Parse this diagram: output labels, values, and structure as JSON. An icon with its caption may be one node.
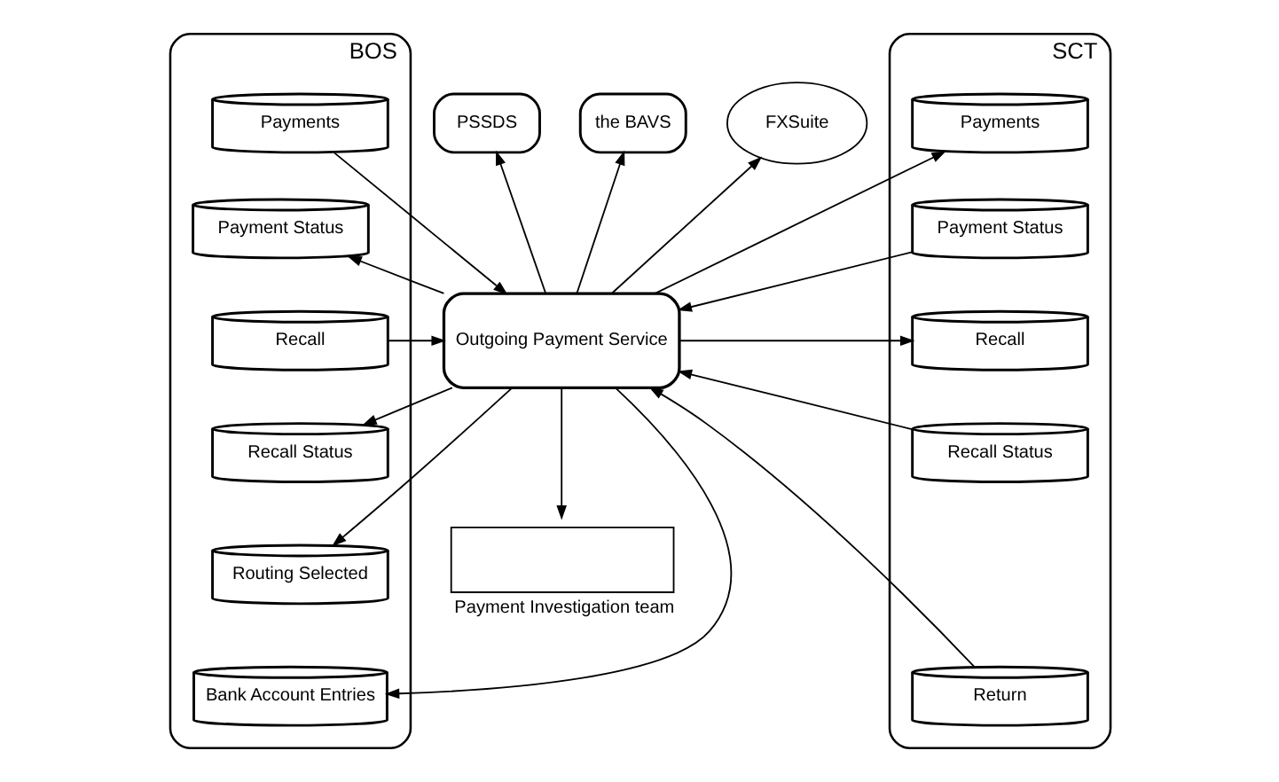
{
  "diagram": {
    "nodes": [
      {
        "text": [
          "BOS"
        ]
      },
      {
        "text": [
          "Payments"
        ],
        "in": 0
      },
      {
        "text": [
          "Payment Status"
        ],
        "in": 0
      },
      {
        "text": [
          "Recall"
        ],
        "in": 0
      },
      {
        "text": [
          "Recall Status"
        ],
        "in": 0
      },
      {
        "text": [
          "Routing Selected"
        ],
        "in": 0
      },
      {
        "text": [
          "Bank Account Entries"
        ],
        "in": 0
      },
      {
        "text": [
          "PSSDS"
        ]
      },
      {
        "text": [
          "the BAVS"
        ]
      },
      {
        "text": [
          "FXSuite"
        ]
      },
      {
        "text": [
          "Outgoing Payment Service"
        ]
      },
      {
        "text": [
          "Payment Investigation team"
        ]
      },
      {
        "text": [
          "SCT"
        ]
      },
      {
        "text": [
          "Payments"
        ],
        "in": 12
      },
      {
        "text": [
          "Payment Status"
        ],
        "in": 12
      },
      {
        "text": [
          "Recall"
        ],
        "in": 12
      },
      {
        "text": [
          "Recall Status"
        ],
        "in": 12
      },
      {
        "text": [
          "Return"
        ],
        "in": 12
      }
    ],
    "edges": [
      {
        "from": 1,
        "to": 10,
        "arrow": "to"
      },
      {
        "from": 10,
        "to": 2,
        "arrow": "to"
      },
      {
        "from": 3,
        "to": 10,
        "arrow": "to"
      },
      {
        "from": 10,
        "to": 4,
        "arrow": "to"
      },
      {
        "from": 10,
        "to": 5,
        "arrow": "to"
      },
      {
        "from": 10,
        "to": 6,
        "arrow": "to"
      },
      {
        "from": 10,
        "to": 7,
        "arrow": "to"
      },
      {
        "from": 10,
        "to": 8,
        "arrow": "to"
      },
      {
        "from": 10,
        "to": 9,
        "arrow": "to"
      },
      {
        "from": 10,
        "to": 13,
        "arrow": "to"
      },
      {
        "from": 14,
        "to": 10,
        "arrow": "to"
      },
      {
        "from": 10,
        "to": 15,
        "arrow": "to"
      },
      {
        "from": 16,
        "to": 10,
        "arrow": "to"
      },
      {
        "from": 17,
        "to": 10,
        "arrow": "to"
      },
      {
        "from": 10,
        "to": 11,
        "arrow": "to"
      }
    ]
  }
}
